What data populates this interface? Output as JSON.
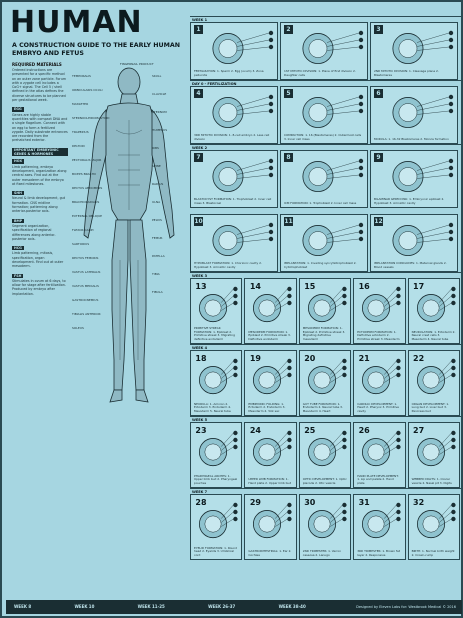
{
  "title": "HUMAN",
  "subtitle": "A CONSTRUCTION GUIDE TO THE EARLY HUMAN EMBRYO AND FETUS",
  "required_materials": "REQUIRED MATERIALS",
  "sidebar": [
    {
      "label": "",
      "text": "Ordered instructions are presented for a specific method on an outer zone particle. Forum with a zygote cell includes a CoG+ signal. The Cell 5 / shell defined in the atlas defines the diverse structures to be planned per gestational week."
    },
    {
      "label": "EGG",
      "text": "Genes are highly stable quantities with compact DNA and a single flagellum. Connect with an egg to form a fertilized zygote. Daily substrate entrances are recorded from the prehatched exterior."
    },
    {
      "label": "IMPORTANT EMBRYONIC GENES & HORMONES",
      "text": ""
    },
    {
      "label": "HOX",
      "text": "Limb patterning, embryo development, organization along central axes. Find out at the outer mesoderm of the embryo at fixed milestones."
    },
    {
      "label": "SHH",
      "text": "Neural & limb development, gut formation. CNS midline formation; patterning along anterior-posterior axis."
    },
    {
      "label": "BMP",
      "text": "Segment organization, specification of regional differences along anterior-posterior axis."
    },
    {
      "label": "HCG",
      "text": "Limb patterning, mitosis, specification, organ development. Find out at outer mesoderm."
    },
    {
      "label": "FSH",
      "text": "Stimulates in ovum at 6 days, to allow for stage after fertilization. Produced by embryo after implantation."
    }
  ],
  "figure_labels": {
    "left": [
      "TEMPORALIS",
      "ORBICULARIS OCULI",
      "MASSETER",
      "STERNOCLEIDOMASTOID",
      "TRAPEZIUS",
      "DELTOID",
      "PECTORALIS MAJOR",
      "BICEPS BRACHII",
      "RECTUS ABDOMINIS",
      "BRACHIORADIALIS",
      "EXTERNAL OBLIQUE",
      "FLEXOR CARPI",
      "SARTORIUS",
      "RECTUS FEMORIS",
      "VASTUS LATERALIS",
      "VASTUS MEDIALIS",
      "GASTROCNEMIUS",
      "TIBIALIS ANTERIOR",
      "SOLEUS"
    ],
    "right": [
      "SKULL",
      "CLAVICLE",
      "STERNUM",
      "HUMERUS",
      "RIBS",
      "SPINE",
      "RADIUS",
      "ULNA",
      "PELVIS",
      "FEMUR",
      "PATELLA",
      "TIBIA",
      "FIBULA"
    ],
    "top": [
      "FINGERNAIL PRODUCT"
    ]
  },
  "cells": [
    {
      "n": "1",
      "cap": "FERTILIZATION: 1. Sperm 2. Egg (ovum) 3. Zona pellucida"
    },
    {
      "n": "2",
      "cap": "1ST MITOTIC DIVISION: 1. Plane of first division 2. Daughter cells"
    },
    {
      "n": "3",
      "cap": "2ND MITOTIC DIVISION: 1. Cleavage plane 2. Blastomeres"
    },
    {
      "n": "4",
      "cap": "3RD MITOTIC DIVISION: 1. 8-cell embryo 2. Less cell division"
    },
    {
      "n": "5",
      "cap": "COMPACTION: 1. 16 (Blastomeres) 2. Outermost cells 3. Inner cell mass"
    },
    {
      "n": "6",
      "cap": "MORULA: 1. 16-32 Blastomeres 2. Morula formation"
    },
    {
      "n": "7",
      "cap": "BLASTOCYST FORMATION: 1. Trophoblast 2. Inner cell mass 3. Blastocoel"
    },
    {
      "n": "8",
      "cap": "ICM FORMATION: 1. Trophoblast 2. Inner cell mass"
    },
    {
      "n": "9",
      "cap": "BILAMINAR GERM DISK: 1. Embryonic epiblast 2. Hypoblast 3. Amniotic cavity"
    },
    {
      "n": "10",
      "cap": "HYPOBLAST FORMATION: 1. Chorionic cavity 2. Hypoblast 3. Amniotic cavity"
    },
    {
      "n": "11",
      "cap": "IMPLANTATION: 1. Invading syncytiotrophoblast 2. Cytotrophoblast"
    },
    {
      "n": "12",
      "cap": "IMPLANTATION CONCLUDES: 1. Maternal glands 2. Blood vessels"
    },
    {
      "n": "13",
      "cap": "PRIMITIVE STREAK FORMATION: 1. Epiblast 2. Primitive streak 3. Migrating definitive endoderm"
    },
    {
      "n": "14",
      "cap": "MESODERM FORMATION: 1. Epiblast 2. Primitive streak 3. Definitive endoderm"
    },
    {
      "n": "15",
      "cap": "MESODERM FORMATION: 1. Epiblast 2. Primitive streak 3. Migrating definitive mesoderm"
    },
    {
      "n": "16",
      "cap": "ECTODERM FORMATION: 1. Definitive ectoderm 2. Primitive streak 3. Mesoderm"
    },
    {
      "n": "17",
      "cap": "NEURULATION: 1. Ectoderm 2. Neural crest cells 3. Mesoderm 4. Neural tube"
    },
    {
      "n": "18",
      "cap": "NEURULA: 1. Amnion 2. Ectoderm 3. Endoderm 4. Mesoderm 5. Neural tube"
    },
    {
      "n": "19",
      "cap": "EMBRYONIC FOLDING: 1. Ectoderm 2. Endoderm 3. Mesoderm 4. Yolk sac"
    },
    {
      "n": "20",
      "cap": "GUT TUBE FORMATION: 1. Endoderm 2. Neural tube 3. Mesoderm 4. Heart"
    },
    {
      "n": "21",
      "cap": "CARDIAC DEVELOPMENT: 1. Heart 2. Pharynx 3. Primitive cavity"
    },
    {
      "n": "22",
      "cap": "ORGAN DEVELOPMENT: 1. Lung bud 2. Liver bud 3. Pancreas bud"
    },
    {
      "n": "23",
      "cap": "PHARYNGEAL ARCHES: 1. Upper limb bud 2. Pharyngeal pouches"
    },
    {
      "n": "24",
      "cap": "UPPER LIMB FORMATION: 1. Hand plate 2. Upper limb bud"
    },
    {
      "n": "25",
      "cap": "OPTIC DEVELOPMENT: 1. Optic placode 2. Otic vesicle"
    },
    {
      "n": "26",
      "cap": "HAND PLATE DEVELOPMENT: 1. Lip and palate 2. Hand plate"
    },
    {
      "n": "27",
      "cap": "WEBBED DIGITS: 1. Ocular vesicle 2. Nasal pit 3. Digits"
    },
    {
      "n": "28",
      "cap": "EYELID FORMATION: 1. Round head 2. Eyelids 3. Umbilical cord"
    },
    {
      "n": "29",
      "cap": "GASTROINTESTINAL: 1. Ear 2. Cochlea"
    },
    {
      "n": "30",
      "cap": "2ND TRIMESTER: 1. Vernix caseosa 2. Lanugo"
    },
    {
      "n": "31",
      "cap": "3RD TRIMESTER: 1. Brown fat layer 2. Responsive"
    },
    {
      "n": "32",
      "cap": "BIRTH: 1. Normal birth weight 2. Crown-rump"
    }
  ],
  "weeks": [
    "WEEK 1",
    "WEEK 2",
    "WEEK 3",
    "WEEK 4",
    "WEEK 5",
    "WEEK 6",
    "WEEK 7"
  ],
  "day_label": "DAY 0 - FERTILIZATION",
  "footer": [
    "WEEK 8",
    "WEEK 10",
    "WEEK 11-25",
    "WEEK 26-37",
    "WEEK 38-40"
  ],
  "credit": "Designed by Eleven Labs for: Westbrook Medical © 2016",
  "colors": {
    "bg": "#a6d6e1",
    "cell": "#b4dfe8",
    "ink": "#1a2e33"
  }
}
